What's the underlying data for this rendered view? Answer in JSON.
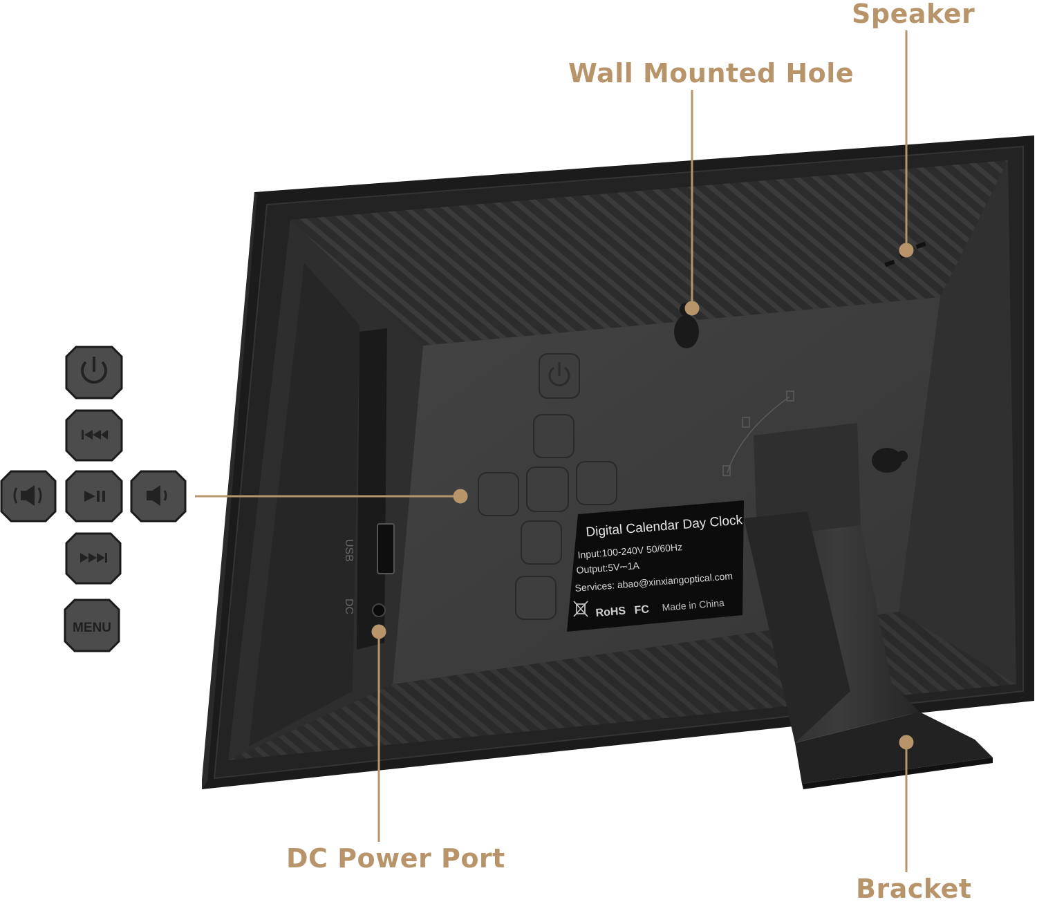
{
  "callouts": {
    "speaker": "Speaker",
    "wall_hole": "Wall Mounted Hole",
    "dc_port": "DC Power Port",
    "bracket": "Bracket"
  },
  "side_labels": {
    "usb": "USB",
    "dc": "DC"
  },
  "menu_label": "MENU",
  "sticker": {
    "title": "Digital Calendar Day Clock",
    "input": "Input:100-240V 50/60Hz",
    "output": "Output:5V⎓1A",
    "services": "Services: abao@xinxiangoptical.com",
    "rohs": "RoHS",
    "fc": "FC",
    "made_in": "Made in China"
  },
  "colors": {
    "accent": "#b8946a",
    "frame": "#1e1e1e",
    "panel": "#3a3a3a",
    "button": "#4a4a4a"
  }
}
